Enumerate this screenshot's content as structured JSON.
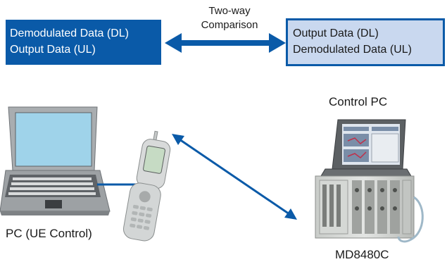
{
  "left_box": {
    "line1": "Demodulated Data (DL)",
    "line2": "Output Data (UL)"
  },
  "right_box": {
    "line1": "Output Data (DL)",
    "line2": "Demodulated Data (UL)"
  },
  "comparison": {
    "line1": "Two-way",
    "line2": "Comparison"
  },
  "labels": {
    "control_pc": "Control PC",
    "pc_ue": "PC (UE Control)",
    "md8480c": "MD8480C"
  },
  "colors": {
    "accent": "#0a5aa8",
    "light_box": "#c9d8ef",
    "screen": "#9fd3ea"
  },
  "icons": [
    "laptop-icon",
    "mobile-phone-icon",
    "md8480c-tester-icon",
    "double-arrow-icon"
  ]
}
